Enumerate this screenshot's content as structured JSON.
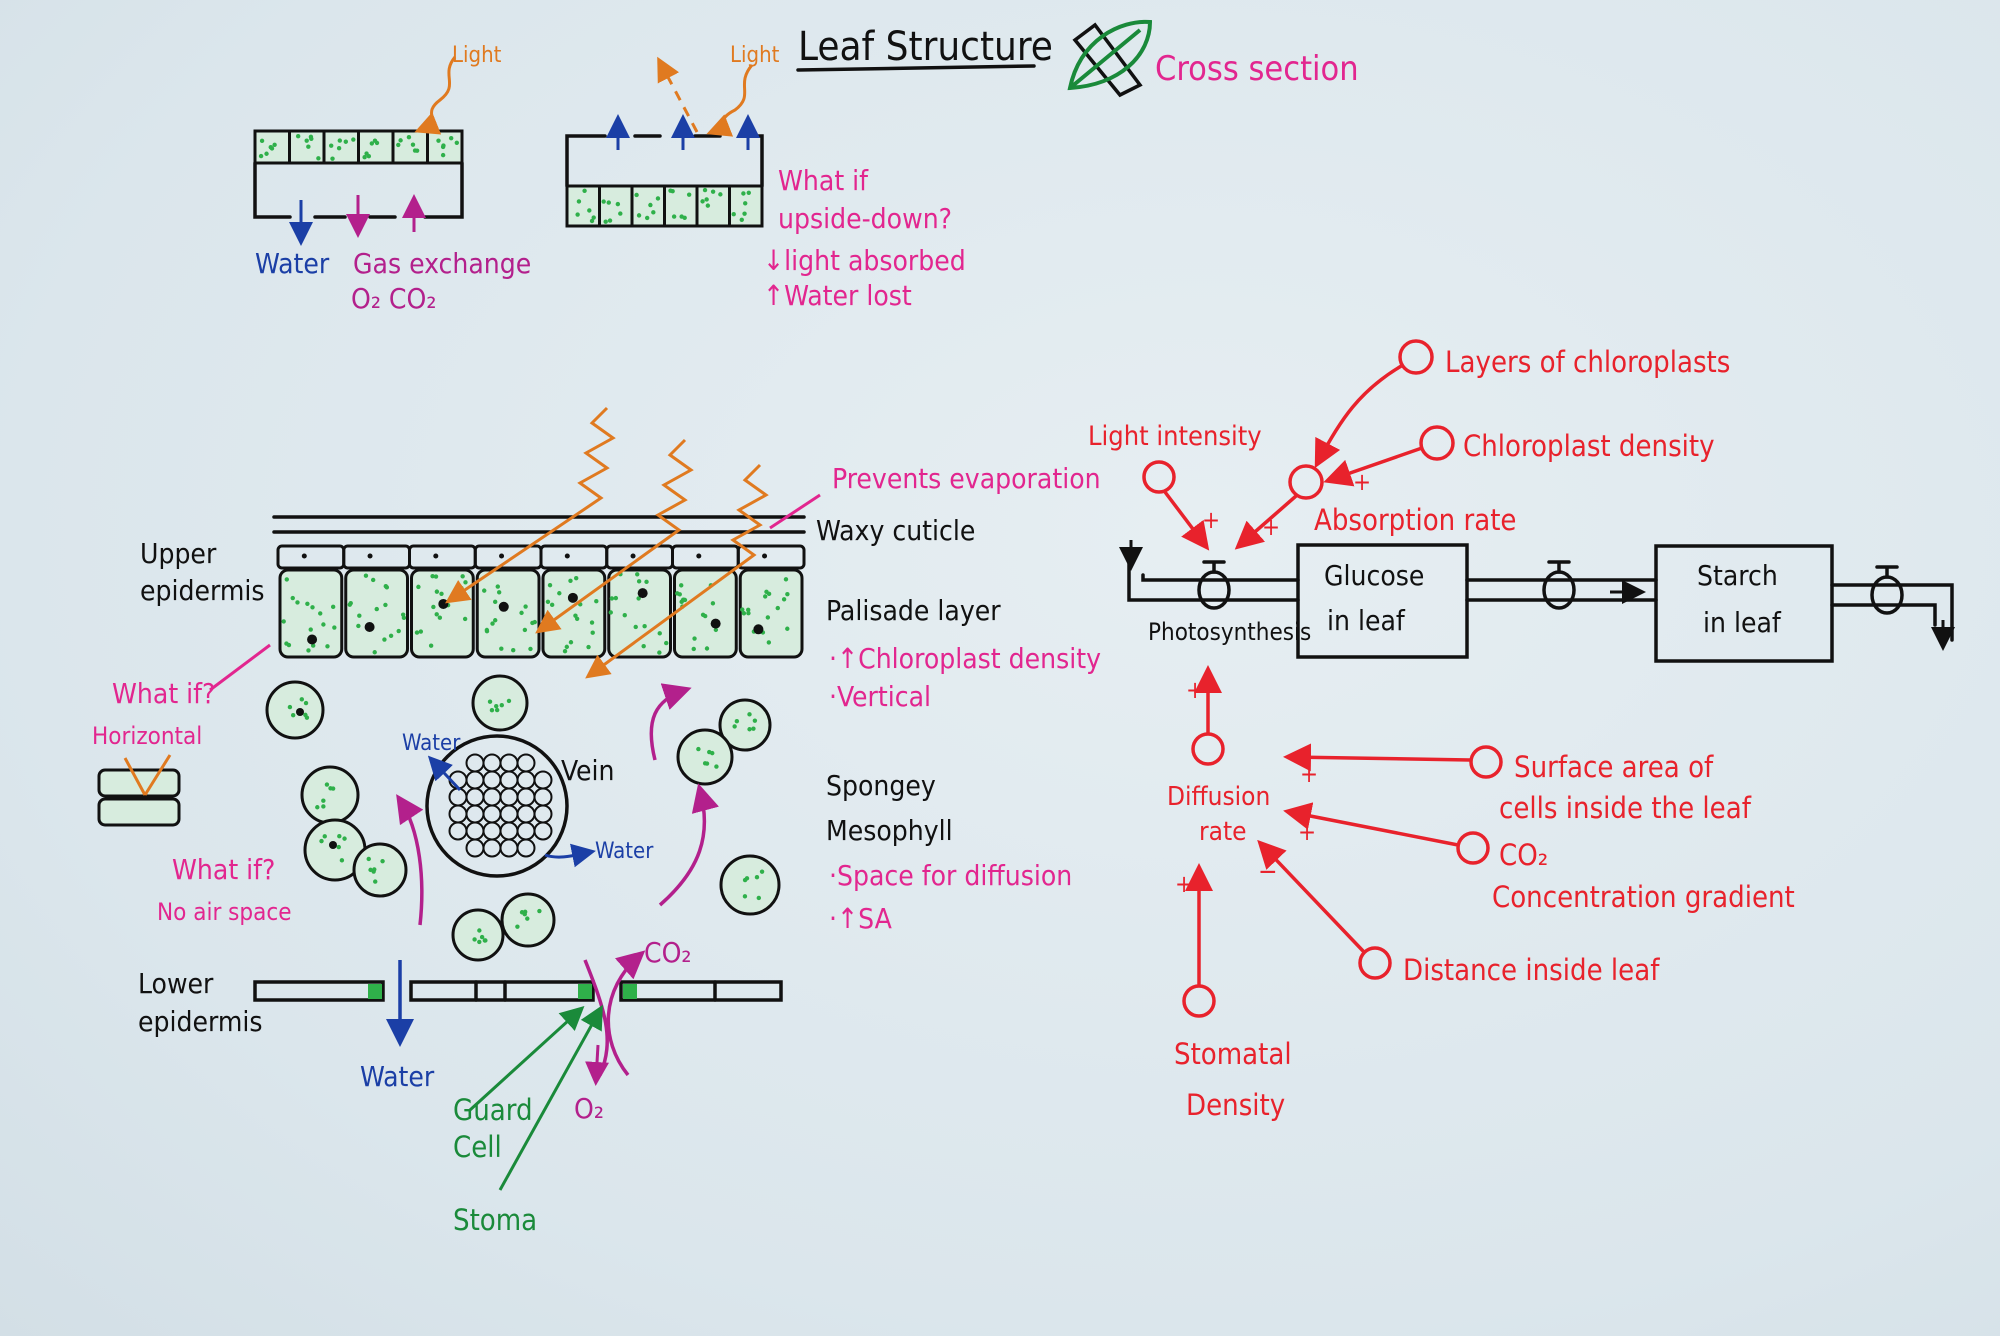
{
  "title": "Leaf Structure",
  "cross_section_label": "Cross section",
  "signs": {
    "plus": "+",
    "minus": "−"
  },
  "top_diagrams": {
    "normal": {
      "light": "Light",
      "water": "Water",
      "gas_exchange": "Gas exchange",
      "gases": "O₂ CO₂"
    },
    "upside_down": {
      "light": "Light",
      "question_line1": "What if",
      "question_line2": "upside-down?",
      "light_absorbed": "↓light absorbed",
      "water_lost": "↑Water lost"
    }
  },
  "cross_section": {
    "upper_epidermis": [
      "Upper",
      "epidermis"
    ],
    "prevents_evaporation": "Prevents evaporation",
    "waxy_cuticle": "Waxy cuticle",
    "palisade_layer": "Palisade layer",
    "palisade_notes": [
      "·↑Chloroplast density",
      "·Vertical"
    ],
    "spongy_mesophyll": [
      "Spongey",
      "Mesophyll"
    ],
    "spongy_notes": [
      "·Space for diffusion",
      "·↑SA"
    ],
    "vein": "Vein",
    "water": "Water",
    "what_if_horizontal": [
      "What if?",
      "Horizontal"
    ],
    "what_if_no_air": [
      "What if?",
      "No air space"
    ],
    "lower_epidermis": [
      "Lower",
      "epidermis"
    ],
    "water_bottom": "Water",
    "guard_cell": [
      "Guard",
      "Cell"
    ],
    "stoma": "Stoma",
    "o2": "O₂",
    "co2": "CO₂"
  },
  "system": {
    "light_intensity": "Light intensity",
    "layers_of_chloroplasts": "Layers of chloroplasts",
    "chloroplast_density": "Chloroplast density",
    "absorption_rate": "Absorption rate",
    "photosynthesis": "Photosynthesis",
    "glucose": [
      "Glucose",
      "in leaf"
    ],
    "starch": [
      "Starch",
      "in leaf"
    ],
    "diffusion_rate": [
      "Diffusion",
      "rate"
    ],
    "surface_area": [
      "Surface area of",
      "cells inside the leaf"
    ],
    "co2": "CO₂",
    "concentration_gradient": "Concentration gradient",
    "distance": "Distance inside leaf",
    "stomatal_density": [
      "Stomatal",
      "Density"
    ]
  },
  "colors": {
    "red": "#e8222c",
    "pink": "#e2268f",
    "orange": "#e07a20",
    "blue": "#1b3fa6",
    "green": "#1a8a3a",
    "chloroplast": "#2fb04a"
  }
}
